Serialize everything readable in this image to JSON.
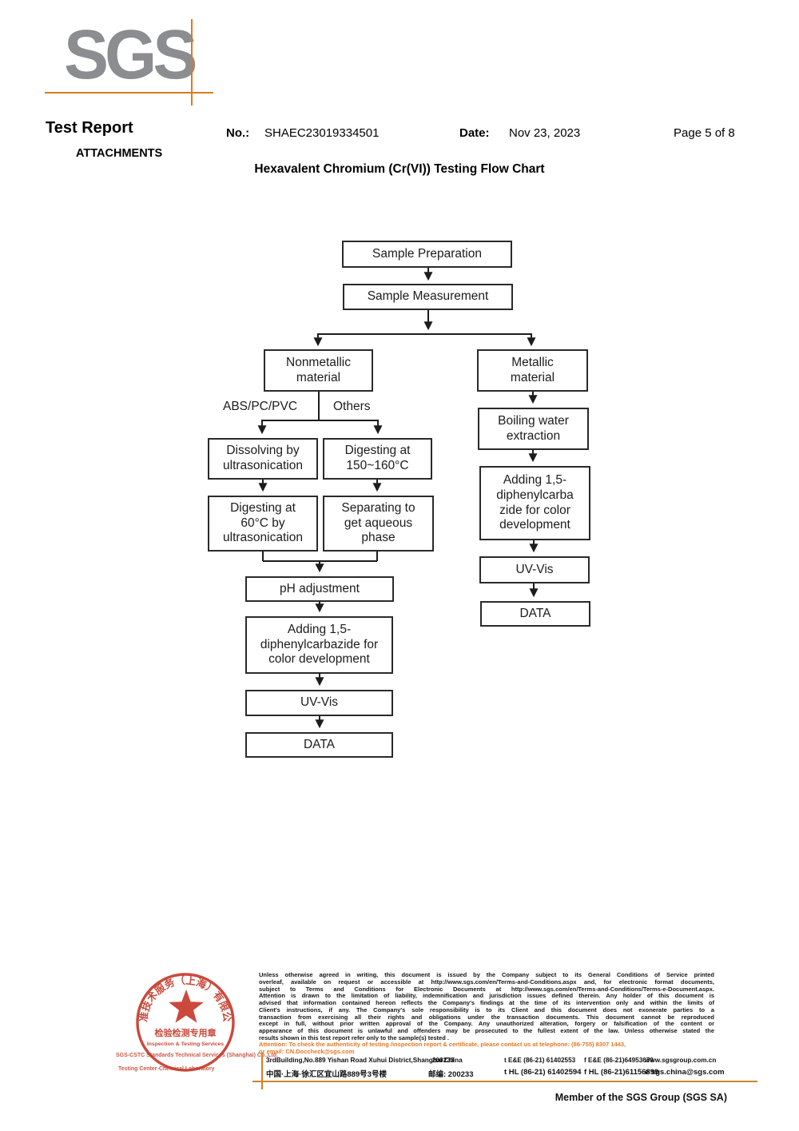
{
  "header": {
    "logo_text": "SGS",
    "title": "Test Report",
    "attachments_label": "ATTACHMENTS",
    "no_label": "No.:",
    "report_no": "SHAEC23019334501",
    "date_label": "Date:",
    "date_value": "Nov 23, 2023",
    "page_info": "Page 5 of 8"
  },
  "chart_title": "Hexavalent Chromium (Cr(VI)) Testing Flow Chart",
  "flowchart": {
    "nodes": {
      "sample_preparation": "Sample Preparation",
      "sample_measurement": "Sample Measurement",
      "nonmetallic": "Nonmetallic\nmaterial",
      "metallic": "Metallic\nmaterial",
      "dissolving": "Dissolving by\nultrasonication",
      "digesting_150": "Digesting at\n150~160°C",
      "digesting_60": "Digesting at\n60°C by\nultrasonication",
      "separating": "Separating to\nget aqueous\nphase",
      "ph_adjustment": "pH adjustment",
      "adding_dpc_left": "Adding 1,5-\ndiphenylcarbazide for\ncolor development",
      "uv_vis_left": "UV-Vis",
      "data_left": "DATA",
      "boiling": "Boiling water\nextraction",
      "adding_dpc_right": "Adding 1,5-\ndiphenylcarba\nzide for color\ndevelopment",
      "uv_vis_right": "UV-Vis",
      "data_right": "DATA"
    },
    "branch_labels": {
      "left": "ABS/PC/PVC",
      "right": "Others"
    }
  },
  "stamp": {
    "ring_text": "标准技术服务（上海）有限公司",
    "center_line1": "检验检测专用章",
    "center_line2": "Inspection & Testing Services",
    "company_line1": "SGS-CSTC Standards Technical Services (Shanghai) Co.,Ltd.",
    "company_line2": "Testing Center-Chemical Laboratory"
  },
  "footer": {
    "legal_lines": [
      "Unless otherwise agreed in writing, this document is issued by the Company subject to its General Conditions of Service printed",
      "overleaf, available on request or accessible at http://www.sgs.com/en/Terms-and-Conditions.aspx and, for electronic format documents,",
      "subject to Terms and Conditions for Electronic Documents at http://www.sgs.com/en/Terms-and-Conditions/Terms-e-Document.aspx.",
      "Attention is drawn to the limitation of liability, indemnification and jurisdiction issues defined therein. Any holder of this document is",
      "advised that information contained hereon reflects the Company's findings at the time of its intervention only and within the limits of",
      "Client's instructions, if any. The Company's sole responsibility is to its Client and this document does not exonerate parties to a",
      "transaction from exercising all their rights and obligations under the transaction documents. This document cannot be reproduced",
      "except in full, without prior written approval of the Company. Any unauthorized alteration, forgery or falsification of the content or",
      "appearance of this document is unlawful and offenders may be prosecuted to the fullest extent of the law. Unless otherwise stated the",
      "results shown in this test report refer only to the sample(s) tested ."
    ],
    "attention_line1": "Attention: To check the authenticity of testing /inspection report & certificate, please contact us at telephone: (86-755) 8307 1443,",
    "attention_line2": "or email: CN.Doccheck@sgs.com",
    "address": {
      "street_en": "3rdBuilding,No.889 Yishan Road Xuhui District,Shanghai China",
      "zip_en": "200233",
      "tel_en": "t E&E (86-21) 61402553",
      "fax_en": "f E&E (86-21)64953679",
      "web": "www.sgsgroup.com.cn",
      "street_cn": "中国·上海·徐汇区宜山路889号3号楼",
      "zip_cn": "邮编: 200233",
      "tel_cn": "t HL (86-21) 61402594",
      "fax_cn": "f HL (86-21)61156899",
      "email": "e sgs.china@sgs.com"
    },
    "member_text": "Member of the SGS Group (SGS SA)"
  },
  "colors": {
    "sgs_orange": "#dd7a1e",
    "attention_orange": "#e87722",
    "stamp_red": "#c5392b",
    "logo_gray": "#8b8d90"
  }
}
